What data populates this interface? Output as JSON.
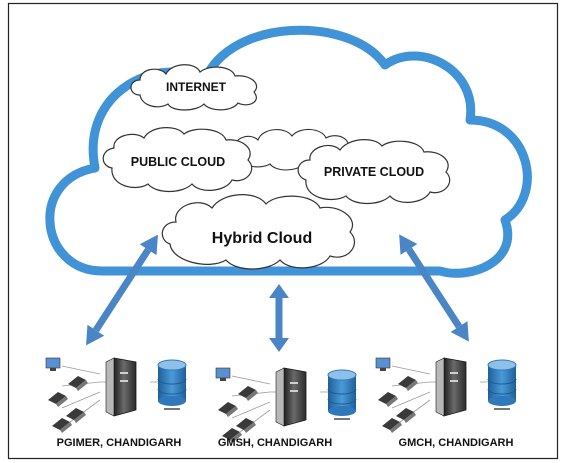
{
  "diagram": {
    "labels": {
      "internet": "INTERNET",
      "public_cloud": "PUBLIC CLOUD",
      "private_cloud": "PRIVATE CLOUD",
      "hybrid_cloud": "Hybrid Cloud"
    },
    "sites": [
      {
        "label": "PGIMER, CHANDIGARH"
      },
      {
        "label": "GMSH, CHANDIGARH"
      },
      {
        "label": "GMCH, CHANDIGARH"
      }
    ],
    "colors": {
      "cloud_outline": "#3f93d6",
      "arrow": "#4a86c5",
      "database": "#2f78b9",
      "database_light": "#8ec0ea",
      "server": "#3c3c3c"
    },
    "icons": [
      "cloud-icon",
      "bidirectional-arrow-icon",
      "network-cluster-icon",
      "server-icon",
      "database-icon",
      "laptop-icon"
    ]
  }
}
